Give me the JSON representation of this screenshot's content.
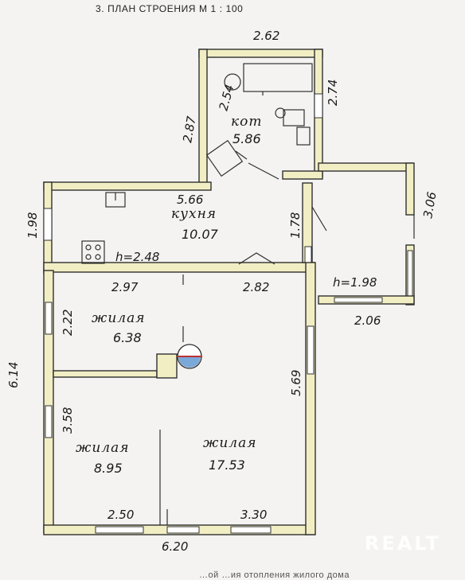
{
  "title": "3. ПЛАН СТРОЕНИЯ М 1 : 100",
  "watermark": "REALT",
  "footer": "…ой  …ия  отопления жилого дома",
  "rooms": {
    "bath": {
      "name": "кот",
      "area": "5.86"
    },
    "kitchen": {
      "name": "кухня",
      "area": "10.07"
    },
    "living1": {
      "name": "жилая",
      "area": "6.38"
    },
    "living2": {
      "name": "жилая",
      "area": "8.95"
    },
    "living3": {
      "name": "жилая",
      "area": "17.53"
    }
  },
  "heights": {
    "kitchen": "h=2.48",
    "porch": "h=1.98"
  },
  "dims": {
    "top_bath": "2.62",
    "bath_right": "2.74",
    "bath_inner": "2.54",
    "bath_left": "2.87",
    "kitchen_width": "5.66",
    "kitchen_left": "1.98",
    "porch_right": "3.06",
    "corridor": "1.78",
    "living1_width": "2.97",
    "mid_width": "2.82",
    "living1_left": "2.22",
    "porch_width": "2.06",
    "left_total": "6.14",
    "right_living": "5.69",
    "living2_left": "3.58",
    "bottom_left": "2.50",
    "bottom_right": "3.30",
    "bottom_total": "6.20"
  }
}
